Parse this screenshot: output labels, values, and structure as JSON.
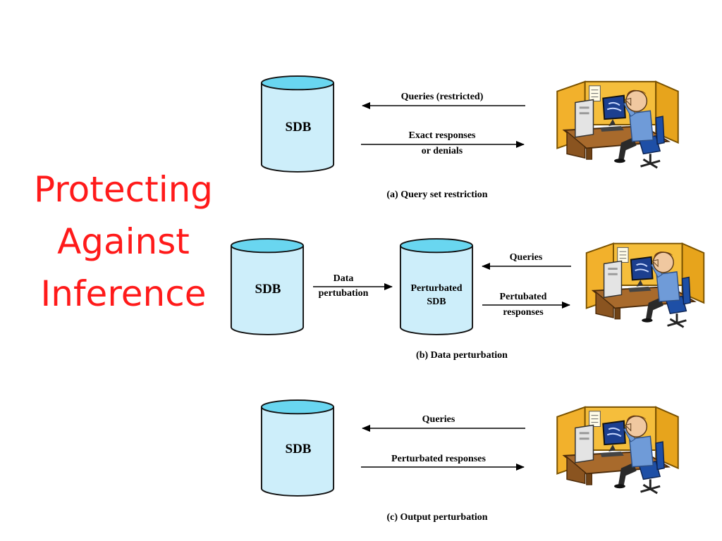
{
  "title": {
    "lines": [
      "Protecting",
      "Against",
      "Inference"
    ]
  },
  "colors": {
    "title": "#ff1a1a",
    "db_body": "#cdeefa",
    "db_top": "#69d6f0",
    "cubicle": "#f2b12c",
    "monitor": "#1c3f8f",
    "shirt": "#6f9bd8"
  },
  "panels": [
    {
      "id": "a",
      "db_label": "SDB",
      "arrow_in": "Queries (restricted)",
      "arrow_out": [
        "Exact responses",
        "or denials"
      ],
      "caption": "(a) Query set restriction",
      "icon": "user-at-computer-icon"
    },
    {
      "id": "b",
      "db_label": "SDB",
      "perturb_label": [
        "Data",
        "pertubation"
      ],
      "db2_label": [
        "Perturbated",
        "SDB"
      ],
      "arrow_in": "Queries",
      "arrow_out": [
        "Pertubated",
        "responses"
      ],
      "caption": "(b) Data perturbation",
      "icon": "user-at-computer-icon"
    },
    {
      "id": "c",
      "db_label": "SDB",
      "arrow_in": "Queries",
      "arrow_out": [
        "Perturbated responses"
      ],
      "caption": "(c) Output perturbation",
      "icon": "user-at-computer-icon"
    }
  ]
}
